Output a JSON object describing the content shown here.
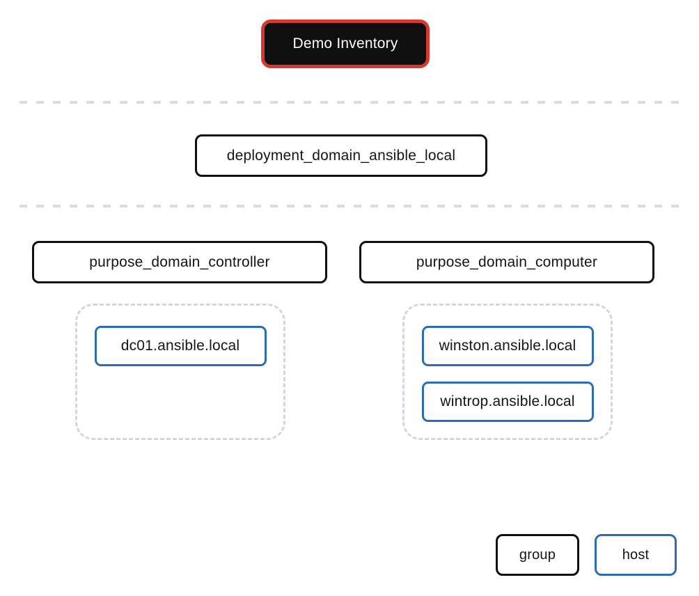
{
  "palette": {
    "red": "#d63a2f",
    "blue": "#2b6cb3",
    "black": "#0f0f0f",
    "dash-gray": "#dcdcdc",
    "container-dash": "#d6d6d6",
    "text": "#151515",
    "white": "#ffffff"
  },
  "inventory": {
    "label": "Demo Inventory"
  },
  "groups": {
    "deployment": {
      "label": "deployment_domain_ansible_local"
    },
    "controller": {
      "label": "purpose_domain_controller",
      "hosts": [
        "dc01.ansible.local"
      ]
    },
    "computer": {
      "label": "purpose_domain_computer",
      "hosts": [
        "winston.ansible.local",
        "wintrop.ansible.local"
      ]
    }
  },
  "legend": {
    "group_label": "group",
    "host_label": "host"
  }
}
